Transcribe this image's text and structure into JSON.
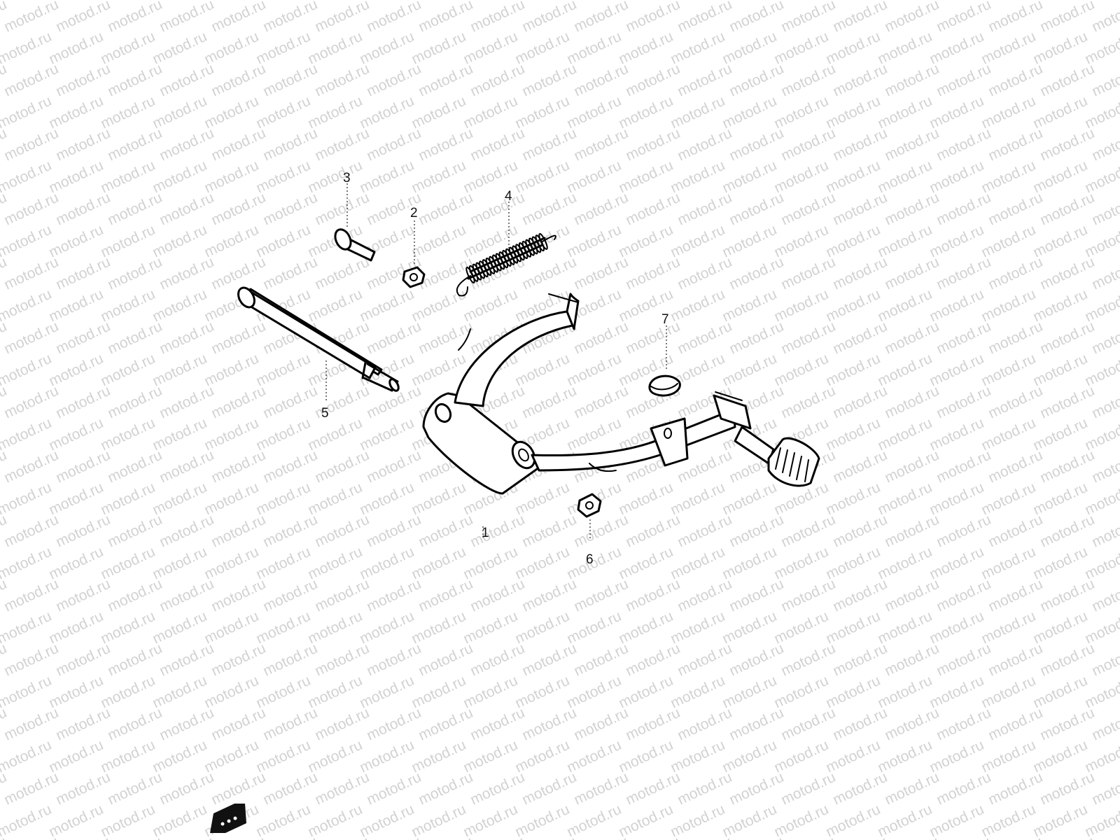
{
  "watermark": {
    "text": "motod.ru"
  },
  "callouts": [
    {
      "id": "1",
      "label": "1"
    },
    {
      "id": "2",
      "label": "2"
    },
    {
      "id": "3",
      "label": "3"
    },
    {
      "id": "4",
      "label": "4"
    },
    {
      "id": "5",
      "label": "5"
    },
    {
      "id": "6",
      "label": "6"
    },
    {
      "id": "7",
      "label": "7"
    }
  ],
  "badge": {
    "icon": "logo-badge-icon"
  }
}
